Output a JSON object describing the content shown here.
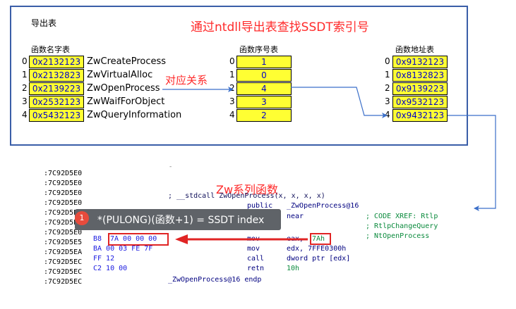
{
  "export_panel": {
    "title": "导出表",
    "heading": "通过ntdll导出表查找SSDT索引号",
    "relation_label": "对应关系"
  },
  "name_table": {
    "header": "函数名字表",
    "indices": [
      "0",
      "1",
      "2",
      "3",
      "4"
    ],
    "addresses": [
      "0x2132123",
      "0x2132823",
      "0x2139223",
      "0x2532123",
      "0x5432123"
    ],
    "functions": [
      "ZwCreateProcess",
      "ZwVirtualAlloc",
      "ZwOpenProcess",
      "ZwWaifForObject",
      "ZwQueryInformation"
    ]
  },
  "ordinal_table": {
    "header": "函数序号表",
    "indices": [
      "0",
      "1",
      "2",
      "3",
      "4"
    ],
    "values": [
      "1",
      "0",
      "4",
      "3",
      "2"
    ]
  },
  "address_table": {
    "header": "函数地址表",
    "indices": [
      "0",
      "1",
      "2",
      "3",
      "4"
    ],
    "values": [
      "0x9132123",
      "0x8132823",
      "0x9139223",
      "0x9532123",
      "0x9432123"
    ]
  },
  "disasm": {
    "title": "Zw系列函数",
    "addresses": [
      ":7C92D5E0",
      ":7C92D5E0",
      ":7C92D5E0",
      ":7C92D5E0",
      ":7C92D5E0",
      ":7C92D5E0",
      ":7C92D5E0",
      ":7C92D5E5",
      ":7C92D5EA",
      ":7C92D5EC",
      ":7C92D5EC",
      ":7C92D5EC"
    ],
    "comment_line": "; __stdcall ZwOpenProcess(x, x, x, x)",
    "public_kw": "public",
    "public_name": "_ZwOpenProcess@16",
    "proc_partial": "near",
    "xref_1": "; CODE XREF: Rtlp",
    "xref_2": "; RtlpChangeQuery",
    "xref_3": "; NtOpenProcess",
    "bytes": [
      "B8",
      "7A 00 00 00",
      "BA 00 03 FE 7F",
      "FF 12",
      "C2 10 00"
    ],
    "mnemonics": [
      "mov",
      "mov",
      "call",
      "retn"
    ],
    "operands": [
      "eax,",
      "7Ah",
      "edx, 7FFE0300h",
      "dword ptr [edx]",
      "10h"
    ],
    "endp": "_ZwOpenProcess@16 endp",
    "dash": "-"
  },
  "tooltip": {
    "badge": "1",
    "text": "*(PULONG)(函数+1) = SSDT index"
  }
}
